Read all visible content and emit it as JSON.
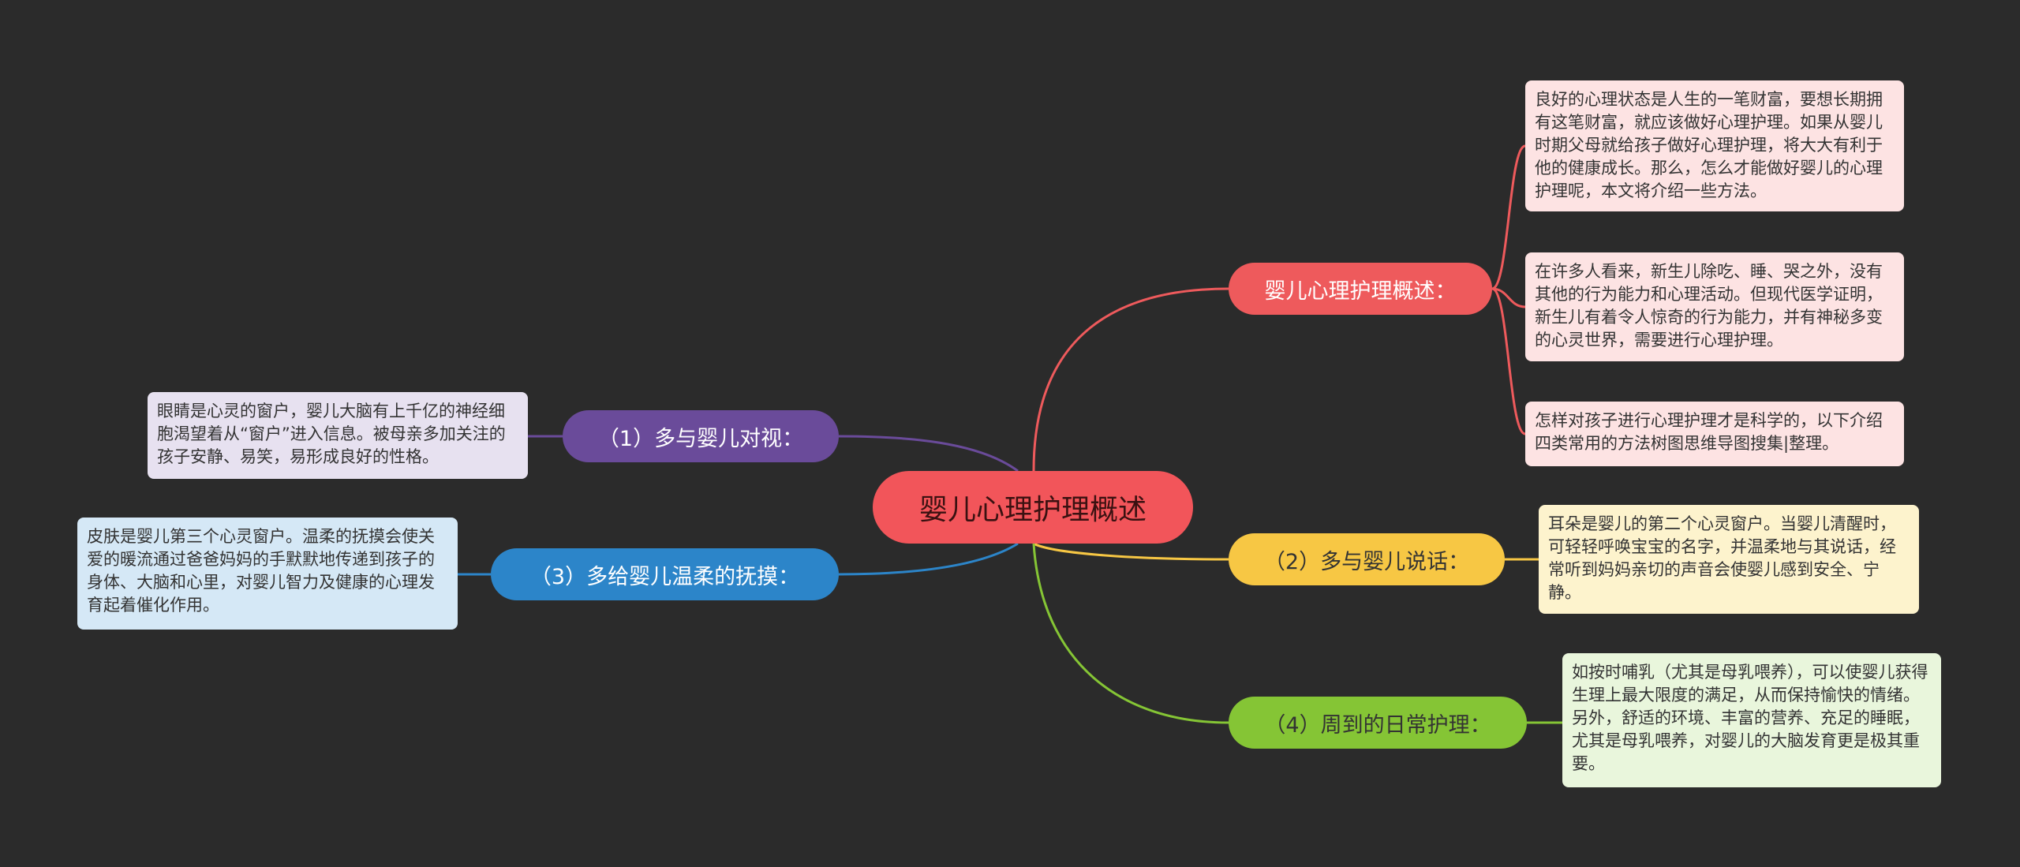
{
  "root": {
    "label": "婴儿心理护理概述"
  },
  "branches": {
    "overview": {
      "label": "婴儿心理护理概述：",
      "leaves": [
        "良好的心理状态是人生的一笔财富，要想长期拥有这笔财富，就应该做好心理护理。如果从婴儿时期父母就给孩子做好心理护理，将大大有利于他的健康成长。那么，怎么才能做好婴儿的心理护理呢，本文将介绍一些方法。",
        "在许多人看来，新生儿除吃、睡、哭之外，没有其他的行为能力和心理活动。但现代医学证明，新生儿有着令人惊奇的行为能力，并有神秘多变的心灵世界，需要进行心理护理。",
        "怎样对孩子进行心理护理才是科学的，以下介绍四类常用的方法树图思维导图搜集|整理。"
      ]
    },
    "talk": {
      "label": "（2）多与婴儿说话：",
      "leaf": "耳朵是婴儿的第二个心灵窗户。当婴儿清醒时，可轻轻呼唤宝宝的名字，并温柔地与其说话，经常听到妈妈亲切的声音会使婴儿感到安全、宁静。"
    },
    "care": {
      "label": "（4）周到的日常护理：",
      "leaf": "如按时哺乳（尤其是母乳喂养），可以使婴儿获得生理上最大限度的满足，从而保持愉快的情绪。另外，舒适的环境、丰富的营养、充足的睡眠，尤其是母乳喂养，对婴儿的大脑发育更是极其重要。"
    },
    "look": {
      "label": "（1）多与婴儿对视：",
      "leaf": "眼睛是心灵的窗户，婴儿大脑有上千亿的神经细胞渴望着从“窗户”进入信息。被母亲多加关注的孩子安静、易笑，易形成良好的性格。"
    },
    "touch": {
      "label": "（3）多给婴儿温柔的抚摸：",
      "leaf": "皮肤是婴儿第三个心灵窗户。温柔的抚摸会使关爱的暖流通过爸爸妈妈的手默默地传递到孩子的身体、大脑和心里，对婴儿智力及健康的心理发育起着催化作用。"
    }
  },
  "colors": {
    "background": "#2b2b2b",
    "overview": "#ee5a5c",
    "talk": "#f7c744",
    "care": "#85c535",
    "look": "#6a4b9a",
    "touch": "#2c85c9"
  }
}
